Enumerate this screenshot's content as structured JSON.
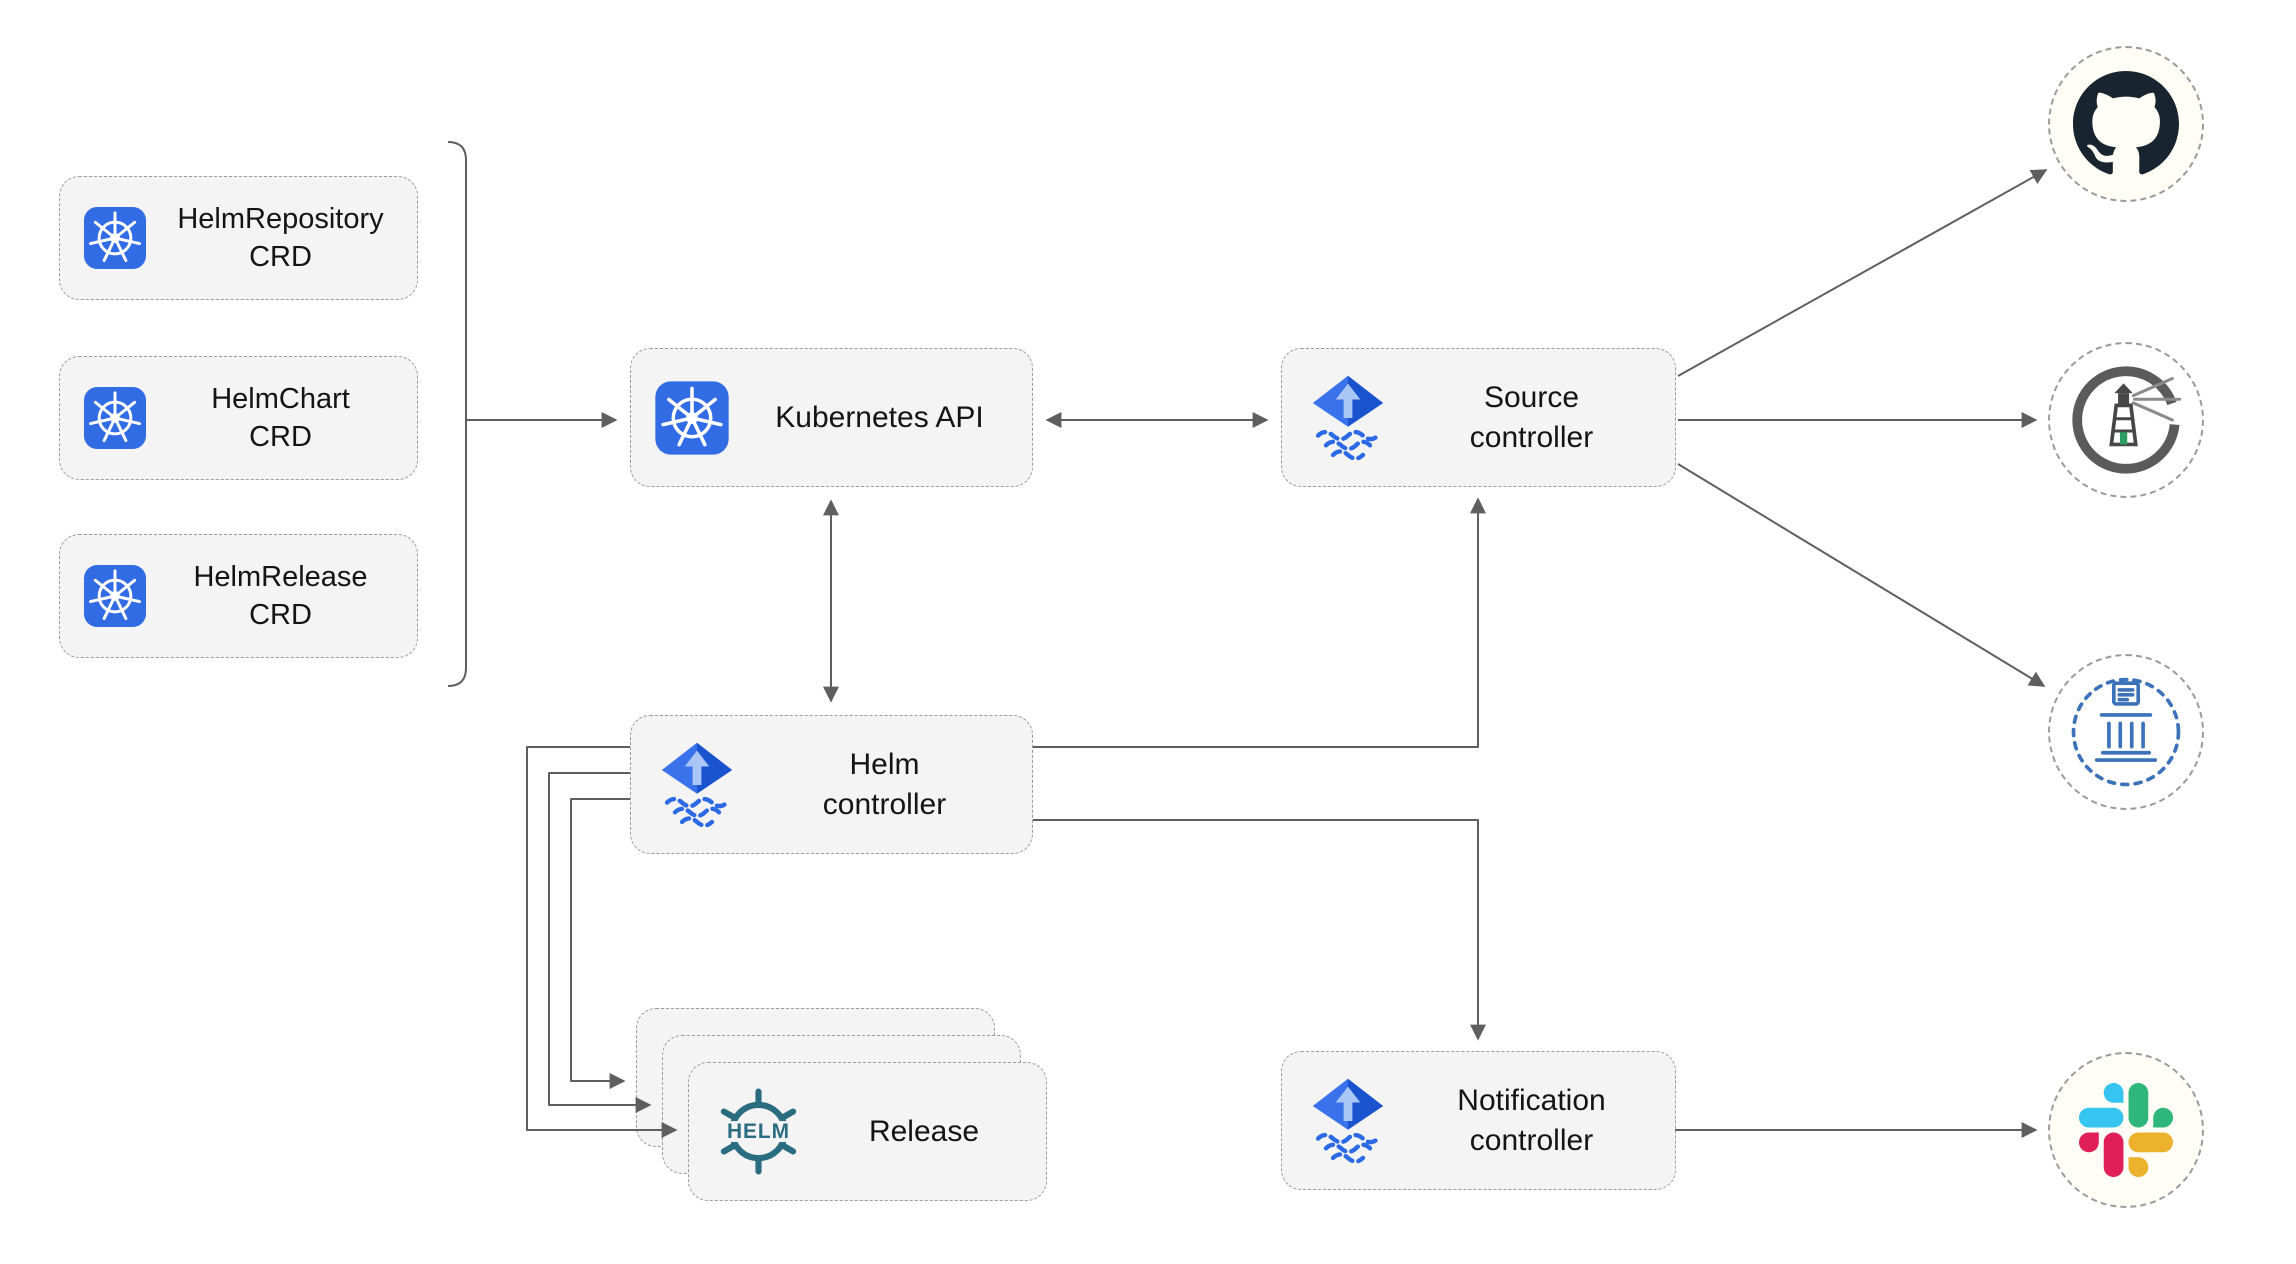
{
  "diagram": {
    "nodes": {
      "helm_repository_crd": {
        "label": "HelmRepository\nCRD",
        "icon": "kubernetes"
      },
      "helm_chart_crd": {
        "label": "HelmChart\nCRD",
        "icon": "kubernetes"
      },
      "helm_release_crd": {
        "label": "HelmRelease\nCRD",
        "icon": "kubernetes"
      },
      "kubernetes_api": {
        "label": "Kubernetes API",
        "icon": "kubernetes"
      },
      "source_controller": {
        "label": "Source\ncontroller",
        "icon": "flux"
      },
      "helm_controller": {
        "label": "Helm\ncontroller",
        "icon": "flux"
      },
      "release": {
        "label": "Release",
        "icon": "helm",
        "icon_text": "HELM",
        "stack_count": 3
      },
      "notification_controller": {
        "label": "Notification\ncontroller",
        "icon": "flux"
      }
    },
    "externals": [
      {
        "id": "github",
        "icon": "github-icon"
      },
      {
        "id": "lighthouse-registry",
        "icon": "lighthouse-icon"
      },
      {
        "id": "chartmuseum",
        "icon": "chartmuseum-icon"
      },
      {
        "id": "slack",
        "icon": "slack-icon"
      }
    ],
    "edges": [
      {
        "from": "crd-group",
        "to": "kubernetes_api",
        "style": "arrow"
      },
      {
        "from": "kubernetes_api",
        "to": "source_controller",
        "style": "bidirectional"
      },
      {
        "from": "kubernetes_api",
        "to": "helm_controller",
        "style": "bidirectional"
      },
      {
        "from": "helm_controller",
        "to": "source_controller",
        "style": "arrow"
      },
      {
        "from": "helm_controller",
        "to": "notification_controller",
        "style": "arrow"
      },
      {
        "from": "helm_controller",
        "to": "release",
        "style": "arrow",
        "count": 3
      },
      {
        "from": "source_controller",
        "to": "github",
        "style": "arrow"
      },
      {
        "from": "source_controller",
        "to": "lighthouse-registry",
        "style": "arrow"
      },
      {
        "from": "source_controller",
        "to": "chartmuseum",
        "style": "arrow"
      },
      {
        "from": "notification_controller",
        "to": "slack",
        "style": "arrow"
      }
    ],
    "colors": {
      "kubernetes_blue": "#326CE5",
      "flux_blue": "#1a53ce",
      "flux_light": "#a9c6f7",
      "helm_teal": "#2b6d80",
      "github_dark": "#18242f",
      "chartmuseum_blue": "#3c72b9",
      "slack_blue": "#36C5F0",
      "slack_green": "#2EB67D",
      "slack_yellow": "#ECB22E",
      "slack_red": "#E01E5A",
      "box_fill": "#f4f4f4",
      "border": "#9b9b9b",
      "connector": "#5f5f5f"
    }
  }
}
